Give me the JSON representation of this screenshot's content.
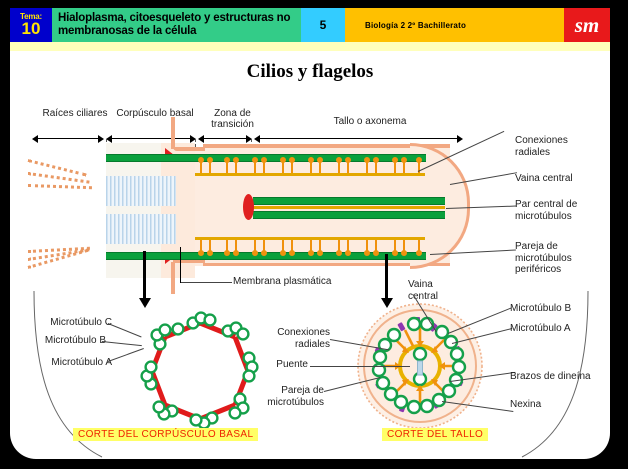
{
  "header": {
    "tema_label": "Tema:",
    "tema_number": "10",
    "title": "Hialoplasma, citoesqueleto y estructuras no membranosas de la célula",
    "slide_number": "5",
    "subject": "Biología 2    2º Bachillerato",
    "logo": "sm",
    "colors": {
      "tema_bg": "#0000cc",
      "tema_text": "#ffe400",
      "title_bg": "#33cc88",
      "number_bg": "#33ccff",
      "subject_bg": "#ffc000",
      "logo_bg": "#e8191b",
      "strip": "#ffffbb"
    }
  },
  "page": {
    "title": "Cilios y flagelos"
  },
  "segments": [
    {
      "label": "Raíces\nciliares"
    },
    {
      "label": "Corpúsculo\nbasal"
    },
    {
      "label": "Zona de\ntransición"
    },
    {
      "label": "Tallo o axonema"
    }
  ],
  "main_labels": {
    "conexiones_radiales": "Conexiones\nradiales",
    "vaina_central": "Vaina central",
    "par_central": "Par central de\nmicrotúbulos",
    "pareja_perifericos": "Pareja de\nmicrotúbulos\nperiféricos",
    "membrana": "Membrana plasmática",
    "vaina_central_2": "Vaina\ncentral"
  },
  "cross_section_basal": {
    "caption": "CORTE DEL CORPÚSCULO BASAL",
    "labels": [
      "Microtúbulo C",
      "Microtúbulo B",
      "Microtúbulo A"
    ],
    "triplet_count": 9,
    "colors": {
      "tubule": "#15a04a",
      "link": "#e01b1b"
    }
  },
  "cross_section_tallo": {
    "caption": "CORTE DEL TALLO",
    "labels_left": [
      "Conexiones\nradiales",
      "Puente",
      "Pareja de\nmicrotúbulos"
    ],
    "labels_right": [
      "Microtúbulo B",
      "Microtúbulo A",
      "Brazos de dineína",
      "Nexina"
    ],
    "label_top": "Vaina\ncentral",
    "doublet_count": 9,
    "colors": {
      "membrane": "#f0b28c",
      "matrix": "#fdece0",
      "tubule": "#15a04a",
      "spoke": "#f0920e",
      "nexin": "#8e36b0",
      "sheath": "#e8b200",
      "bridge": "#bcd8ea"
    }
  },
  "caption_style": {
    "bg": "#ffff66",
    "text": "#ee2200"
  }
}
